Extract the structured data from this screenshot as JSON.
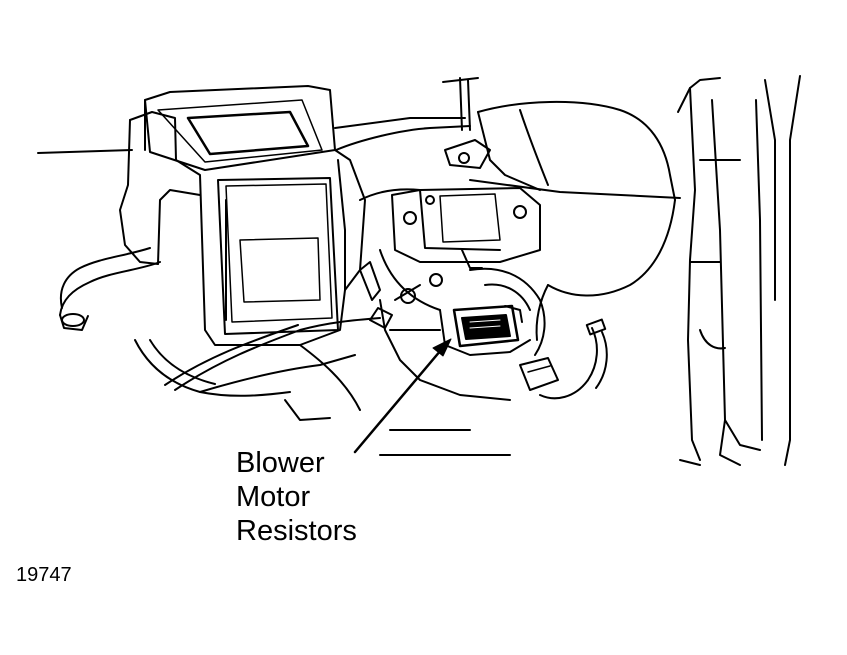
{
  "callout": {
    "line1": "Blower",
    "line2": "Motor",
    "line3": "Resistors"
  },
  "figure_number": "19747",
  "colors": {
    "ink": "#000000",
    "paper": "#ffffff"
  }
}
